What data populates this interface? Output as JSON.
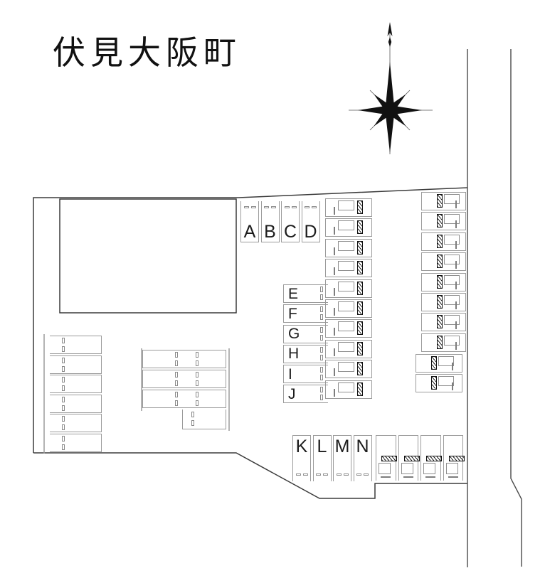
{
  "title": "伏見大阪町",
  "colors": {
    "boundary_line": "#3b3b3b",
    "stall_line": "#9b9b9b",
    "marker": "#111111",
    "background": "#ffffff"
  },
  "parking": {
    "row_top": {
      "labels": [
        "A",
        "B",
        "C",
        "D"
      ]
    },
    "col_labeled": {
      "labels": [
        "E",
        "F",
        "G",
        "H",
        "I",
        "J"
      ]
    },
    "row_bottom": {
      "labels": [
        "K",
        "L",
        "M",
        "N"
      ]
    },
    "left_column": {
      "count": 6
    },
    "center_cluster": {
      "rows": 3,
      "extra_stalls": 1
    },
    "middle_column": {
      "count": 10
    },
    "right_column": {
      "count": 8
    },
    "right_column_offset": {
      "count": 2
    },
    "bottom_right_row": {
      "count": 4
    }
  }
}
